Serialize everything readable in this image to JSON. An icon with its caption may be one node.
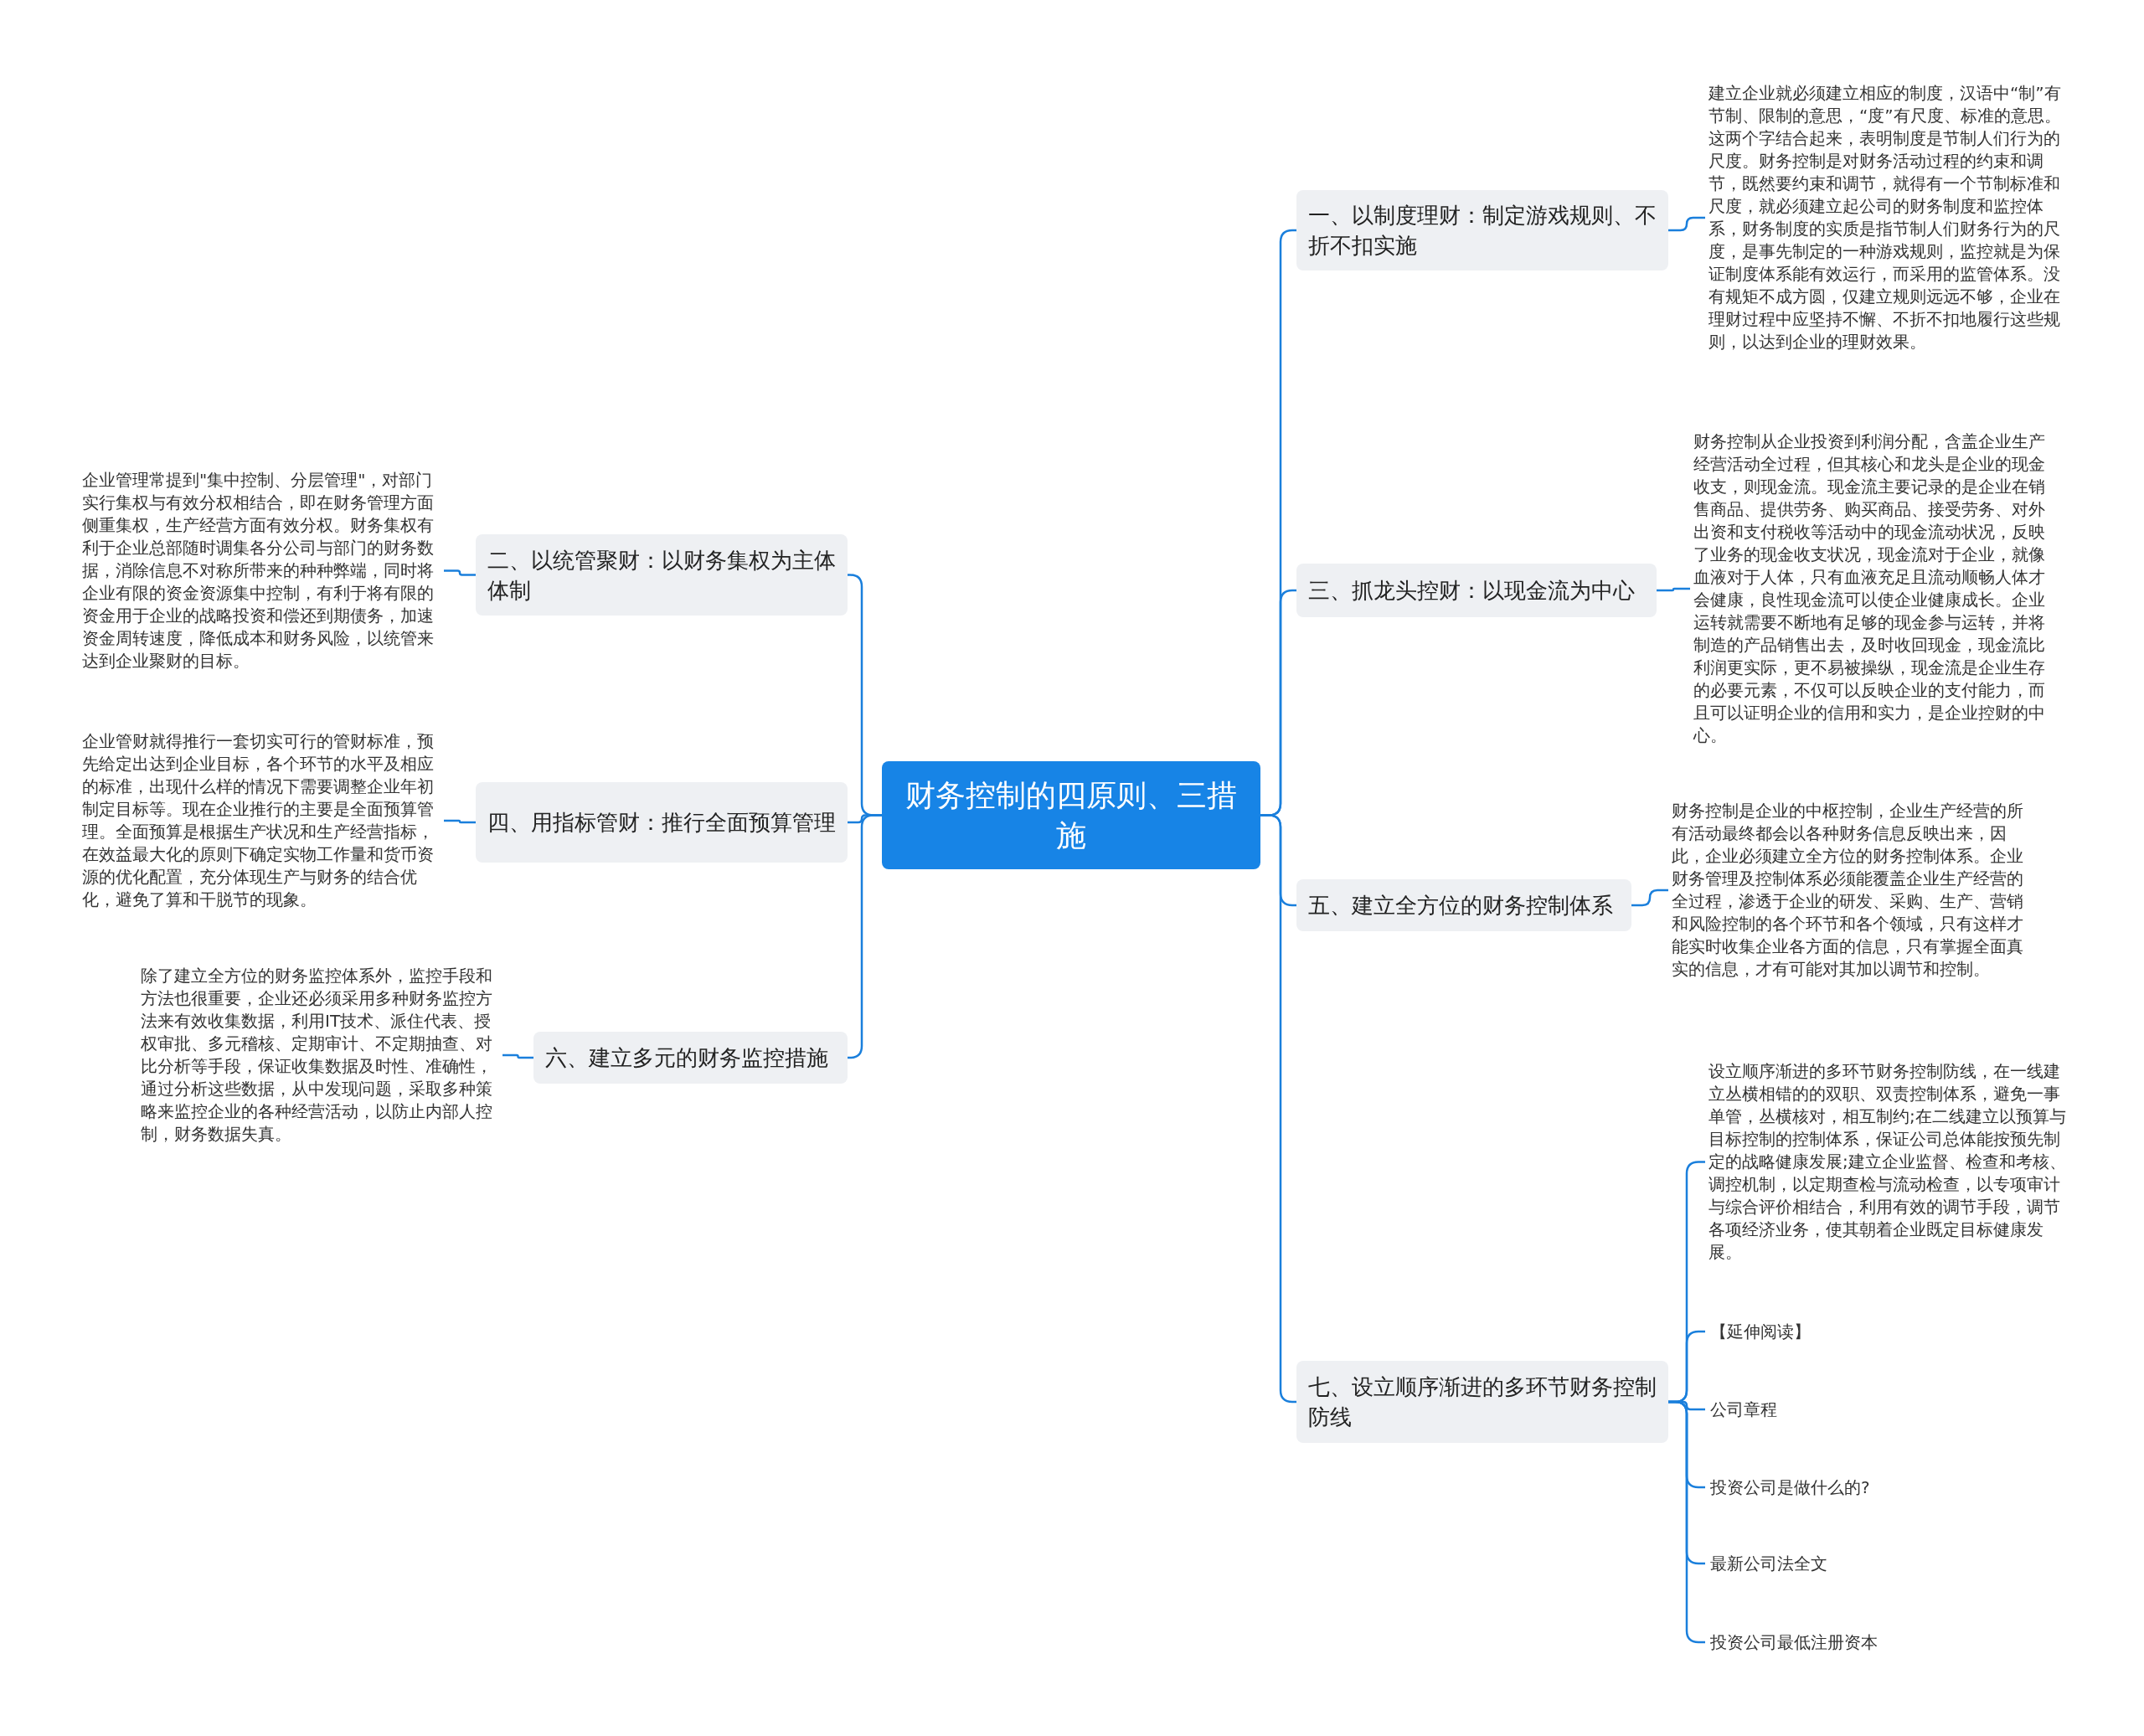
{
  "diagram": {
    "nodes": [
      {
        "text": [
          "财务控制的四原则、三措施"
        ]
      },
      {
        "text": [
          "一、以制度理财：制定游戏规则、不折不扣实施"
        ]
      },
      {
        "text": [
          "建立企业就必须建立相应的制度，汉语中“制”有节制、限制的意思，“度”有尺度、标准的意思。这两个字结合起来，表明制度是节制人们行为的尺度。财务控制是对财务活动过程的约束和调节，既然要约束和调节，就得有一个节制标准和尺度，就必须建立起公司的财务制度和监控体系，财务制度的实质是指节制人们财务行为的尺度，是事先制定的一种游戏规则，监控就是为保证制度体系能有效运行，而采用的监管体系。没有规矩不成方圆，仅建立规则远远不够，企业在理财过程中应坚持不懈、不折不扣地履行这些规则，以达到企业的理财效果。"
        ]
      },
      {
        "text": [
          "二、以统管聚财：以财务集权为主体体制"
        ]
      },
      {
        "text": [
          "企业管理常提到\"集中控制、分层管理\"，对部门实行集权与有效分权相结合，即在财务管理方面侧重集权，生产经营方面有效分权。财务集权有利于企业总部随时调集各分公司与部门的财务数据，消除信息不对称所带来的种种弊端，同时将企业有限的资金资源集中控制，有利于将有限的资金用于企业的战略投资和偿还到期债务，加速资金周转速度，降低成本和财务风险，以统管来达到企业聚财的目标。"
        ]
      },
      {
        "text": [
          "三、抓龙头控财：以现金流为中心"
        ]
      },
      {
        "text": [
          "财务控制从企业投资到利润分配，含盖企业生产经营活动全过程，但其核心和龙头是企业的现金收支，则现金流。现金流主要记录的是企业在销售商品、提供劳务、购买商品、接受劳务、对外出资和支付税收等活动中的现金流动状况，反映了业务的现金收支状况，现金流对于企业，就像血液对于人体，只有血液充足且流动顺畅人体才会健康，良性现金流可以使企业健康成长。企业运转就需要不断地有足够的现金参与运转，并将制造的产品销售出去，及时收回现金，现金流比利润更实际，更不易被操纵，现金流是企业生存的必要元素，不仅可以反映企业的支付能力，而且可以证明企业的信用和实力，是企业控财的中心。"
        ]
      },
      {
        "text": [
          "四、用指标管财：推行全面预算管理"
        ]
      },
      {
        "text": [
          "企业管财就得推行一套切实可行的管财标准，预先给定出达到企业目标，各个环节的水平及相应的标准，出现什么样的情况下需要调整企业年初制定目标等。现在企业推行的主要是全面预算管理。全面预算是根据生产状况和生产经营指标，在效益最大化的原则下确定实物工作量和货币资源的优化配置，充分体现生产与财务的结合优化，避免了算和干脱节的现象。"
        ]
      },
      {
        "text": [
          "五、建立全方位的财务控制体系"
        ]
      },
      {
        "text": [
          "财务控制是企业的中枢控制，企业生产经营的所有活动最终都会以各种财务信息反映出来，因此，企业必须建立全方位的财务控制体系。企业财务管理及控制体系必须能覆盖企业生产经营的全过程，渗透于企业的研发、采购、生产、营销和风险控制的各个环节和各个领域，只有这样才能实时收集企业各方面的信息，只有掌握全面真实的信息，才有可能对其加以调节和控制。"
        ]
      },
      {
        "text": [
          "六、建立多元的财务监控措施"
        ]
      },
      {
        "text": [
          "除了建立全方位的财务监控体系外，监控手段和方法也很重要，企业还必须采用多种财务监控方法来有效收集数据，利用IT技术、派住代表、授权审批、多元稽核、定期审计、不定期抽查、对比分析等手段，保证收集数据及时性、准确性，通过分析这些数据，从中发现问题，采取多种策略来监控企业的各种经营活动，以防止内部人控制，财务数据失真。"
        ]
      },
      {
        "text": [
          "七、设立顺序渐进的多环节财务控制防线"
        ]
      },
      {
        "text": [
          "设立顺序渐进的多环节财务控制防线，在一线建立丛横相错的的双职、双责控制体系，避免一事单管，丛横核对，相互制约;在二线建立以预算与目标控制的控制体系，保证公司总体能按预先制定的战略健康发展;建立企业监督、检查和考核、调控机制，以定期查检与流动检查，以专项审计与综合评价相结合，利用有效的调节手段，调节各项经济业务，使其朝着企业既定目标健康发展。"
        ]
      },
      {
        "text": [
          "【延伸阅读】"
        ]
      },
      {
        "text": [
          "公司章程"
        ]
      },
      {
        "text": [
          "投资公司是做什么的?"
        ]
      },
      {
        "text": [
          "最新公司法全文"
        ]
      },
      {
        "text": [
          "投资公司最低注册资本"
        ]
      }
    ],
    "edges": [
      {
        "from": 0,
        "to": 1,
        "arrow": "none"
      },
      {
        "from": 1,
        "to": 2,
        "arrow": "none"
      },
      {
        "from": 0,
        "to": 3,
        "arrow": "none"
      },
      {
        "from": 3,
        "to": 4,
        "arrow": "none"
      },
      {
        "from": 0,
        "to": 5,
        "arrow": "none"
      },
      {
        "from": 5,
        "to": 6,
        "arrow": "none"
      },
      {
        "from": 0,
        "to": 7,
        "arrow": "none"
      },
      {
        "from": 7,
        "to": 8,
        "arrow": "none"
      },
      {
        "from": 0,
        "to": 9,
        "arrow": "none"
      },
      {
        "from": 9,
        "to": 10,
        "arrow": "none"
      },
      {
        "from": 0,
        "to": 11,
        "arrow": "none"
      },
      {
        "from": 11,
        "to": 12,
        "arrow": "none"
      },
      {
        "from": 0,
        "to": 13,
        "arrow": "none"
      },
      {
        "from": 13,
        "to": 14,
        "arrow": "none"
      },
      {
        "from": 13,
        "to": 15,
        "arrow": "none"
      },
      {
        "from": 13,
        "to": 16,
        "arrow": "none"
      },
      {
        "from": 13,
        "to": 17,
        "arrow": "none"
      },
      {
        "from": 13,
        "to": 18,
        "arrow": "none"
      },
      {
        "from": 13,
        "to": 19,
        "arrow": "none"
      }
    ]
  }
}
